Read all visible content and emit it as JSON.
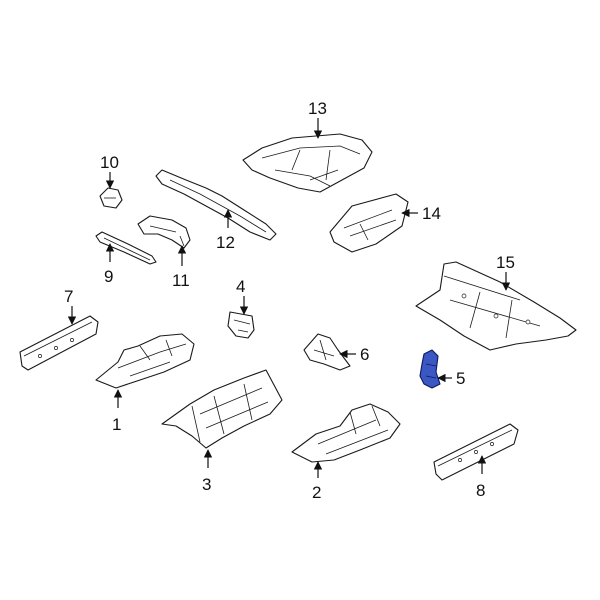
{
  "highlight_color": "#3a57c4",
  "callouts": [
    {
      "id": "1",
      "label": "1"
    },
    {
      "id": "2",
      "label": "2"
    },
    {
      "id": "3",
      "label": "3"
    },
    {
      "id": "4",
      "label": "4"
    },
    {
      "id": "5",
      "label": "5"
    },
    {
      "id": "6",
      "label": "6"
    },
    {
      "id": "7",
      "label": "7"
    },
    {
      "id": "8",
      "label": "8"
    },
    {
      "id": "9",
      "label": "9"
    },
    {
      "id": "10",
      "label": "10"
    },
    {
      "id": "11",
      "label": "11"
    },
    {
      "id": "12",
      "label": "12"
    },
    {
      "id": "13",
      "label": "13"
    },
    {
      "id": "14",
      "label": "14"
    },
    {
      "id": "15",
      "label": "15"
    }
  ],
  "highlighted_part": "5"
}
